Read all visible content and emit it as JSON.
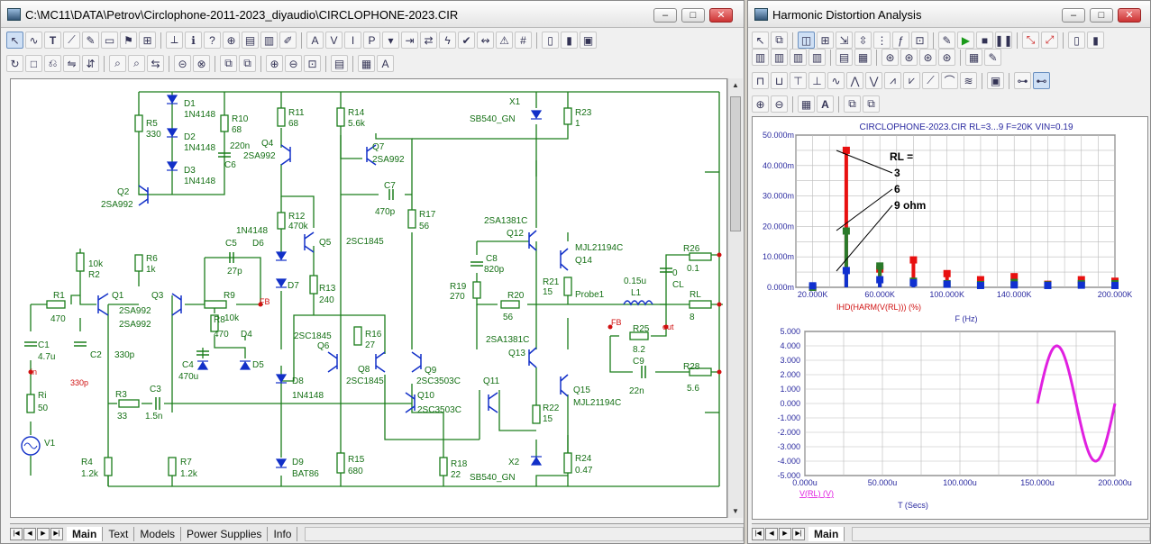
{
  "left_window": {
    "title": "C:\\MC11\\DATA\\Petrov\\Circlophone-2011-2023_diyaudio\\CIRCLOPHONE-2023.CIR",
    "tabs": [
      "Main",
      "Text",
      "Models",
      "Power Supplies",
      "Info"
    ],
    "active_tab": "Main"
  },
  "right_window": {
    "title": "Harmonic Distortion Analysis",
    "tabs": [
      "Main"
    ],
    "active_tab": "Main"
  },
  "schematic": {
    "labels": {
      "D1": "D1",
      "D1v": "1N4148",
      "D2": "D2",
      "D2v": "1N4148",
      "D3": "D3",
      "D3v": "1N4148",
      "R5": "R5",
      "R5v": "330",
      "R10": "R10",
      "R10v": "68",
      "C6": "C6",
      "C6v": "220n",
      "R11": "R11",
      "R11v": "68",
      "Q4": "Q4",
      "Q4v": "2SA992",
      "R14": "R14",
      "R14v": "5.6k",
      "Q7": "Q7",
      "Q7v": "2SA992",
      "X1": "X1",
      "X1v": "SB540_GN",
      "R23": "R23",
      "R23v": "1",
      "Q2": "Q2",
      "Q2v": "2SA992",
      "C7": "C7",
      "C7v": "470p",
      "R12": "R12",
      "R12v": "470k",
      "D6v": "1N4148",
      "D6": "D6",
      "C5": "C5",
      "C5v": "27p",
      "Q5": "Q5",
      "R17": "R17",
      "R17v": "56",
      "Q12v": "2SA1381C",
      "Q12": "Q12",
      "R2v": "10k",
      "R2": "R2",
      "R6": "R6",
      "R6v": "1k",
      "Q6v_top": "2SC1845",
      "C8": "C8",
      "C8v": "820p",
      "Q14v": "MJL21194C",
      "Q14": "Q14",
      "R26": "R26",
      "R26v": "0.1",
      "D7": "D7",
      "R13": "R13",
      "R13v": "240",
      "R19": "R19",
      "R19v": "270",
      "R21": "R21",
      "R21v": "15",
      "L1v": "0.15u",
      "L1": "L1",
      "C0": "0",
      "CL": "CL",
      "R1": "R1",
      "R1v": "470",
      "Q1": "Q1",
      "Q1v": "2SA992",
      "Q3": "Q3",
      "Q3v": "2SA992",
      "R9": "R9",
      "R9v": "10k",
      "FB1": "FB",
      "R20": "R20",
      "R20v": "56",
      "Probe": "Probe1",
      "RL": "RL",
      "RLv": "8",
      "R8": "R8",
      "R8v": "470",
      "D4": "D4",
      "Q6v": "2SC1845",
      "Q6": "Q6",
      "R16": "R16",
      "R16v": "27",
      "FB2": "FB",
      "R25": "R25",
      "R25v": "8.2",
      "Out": "out",
      "C1": "C1",
      "C1v": "4.7u",
      "C2": "C2",
      "C2cap": "330p",
      "C4": "C4",
      "C4v": "470u",
      "D5": "D5",
      "Q8": "Q8",
      "Q8v": "2SC1845",
      "Q9": "Q9",
      "Q9v": "2SC3503C",
      "Q13v": "2SA1381C",
      "Q13": "Q13",
      "C9": "C9",
      "C9v": "22n",
      "R28": "R28",
      "R28v": "5.6",
      "C2v": "330p",
      "D8": "D8",
      "D8v": "1N4148",
      "Q10": "Q10",
      "Q10v": "2SC3503C",
      "Q11": "Q11",
      "Q15": "Q15",
      "Q15v": "MJL21194C",
      "Ri": "Ri",
      "Riv": "50",
      "R3": "R3",
      "R3v": "33",
      "C3": "C3",
      "C3v": "1.5n",
      "R22": "R22",
      "R22v": "15",
      "V1": "V1",
      "R4": "R4",
      "R4v": "1.2k",
      "R7": "R7",
      "R7v": "1.2k",
      "D9": "D9",
      "D9v": "BAT86",
      "R15": "R15",
      "R15v": "680",
      "R18": "R18",
      "R18v": "22",
      "X2": "X2",
      "X2v": "SB540_GN",
      "R24": "R24",
      "R24v": "0.47",
      "in": "in"
    }
  },
  "chart_data": [
    {
      "type": "bar",
      "title": "CIRCLOPHONE-2023.CIR RL=3...9 F=20K VIN=0.19",
      "xlabel": "F (Hz)",
      "ylabel": "IHD(HARM(V(RL))) (%)",
      "xlim": [
        10000,
        200000
      ],
      "ylim": [
        0,
        50
      ],
      "xticks": [
        "20.000K",
        "60.000K",
        "100.000K",
        "140.000K",
        "200.000K"
      ],
      "yticks": [
        "0.000m",
        "10.000m",
        "20.000m",
        "30.000m",
        "40.000m",
        "50.000m"
      ],
      "x": [
        20000,
        40000,
        60000,
        80000,
        100000,
        120000,
        140000,
        160000,
        180000,
        200000
      ],
      "series": [
        {
          "name": "3",
          "color": "#e81010",
          "values": [
            0,
            45,
            6,
            9,
            4.5,
            2.5,
            3.5,
            1,
            2.5,
            2
          ]
        },
        {
          "name": "6",
          "color": "#2a7a2a",
          "values": [
            0,
            18.5,
            7,
            2,
            1.2,
            0.9,
            1.6,
            0.8,
            1.2,
            1.2
          ]
        },
        {
          "name": "9 ohm",
          "color": "#1030d0",
          "values": [
            0.5,
            5.5,
            2.5,
            1.5,
            1,
            0.6,
            0.8,
            0.6,
            0.7,
            0.6
          ]
        }
      ],
      "annotation_lines": [
        "RL =",
        "3",
        "6",
        "9 ohm"
      ],
      "grid": true
    },
    {
      "type": "line",
      "xlabel": "T (Secs)",
      "ylabel": "V(RL) (V)",
      "xlim": [
        0,
        200
      ],
      "ylim": [
        -5,
        5
      ],
      "xticks": [
        "0.000u",
        "50.000u",
        "100.000u",
        "150.000u",
        "200.000u"
      ],
      "yticks": [
        "5.000",
        "4.000",
        "3.000",
        "2.000",
        "1.000",
        "0.000",
        "-1.000",
        "-2.000",
        "-3.000",
        "-4.000",
        "-5.000"
      ],
      "series": [
        {
          "name": "V(RL)",
          "color": "#e020e0",
          "amplitude": 4,
          "freq_hz": 20000,
          "t_start_us": 150,
          "t_end_us": 200
        }
      ],
      "grid": true
    }
  ]
}
